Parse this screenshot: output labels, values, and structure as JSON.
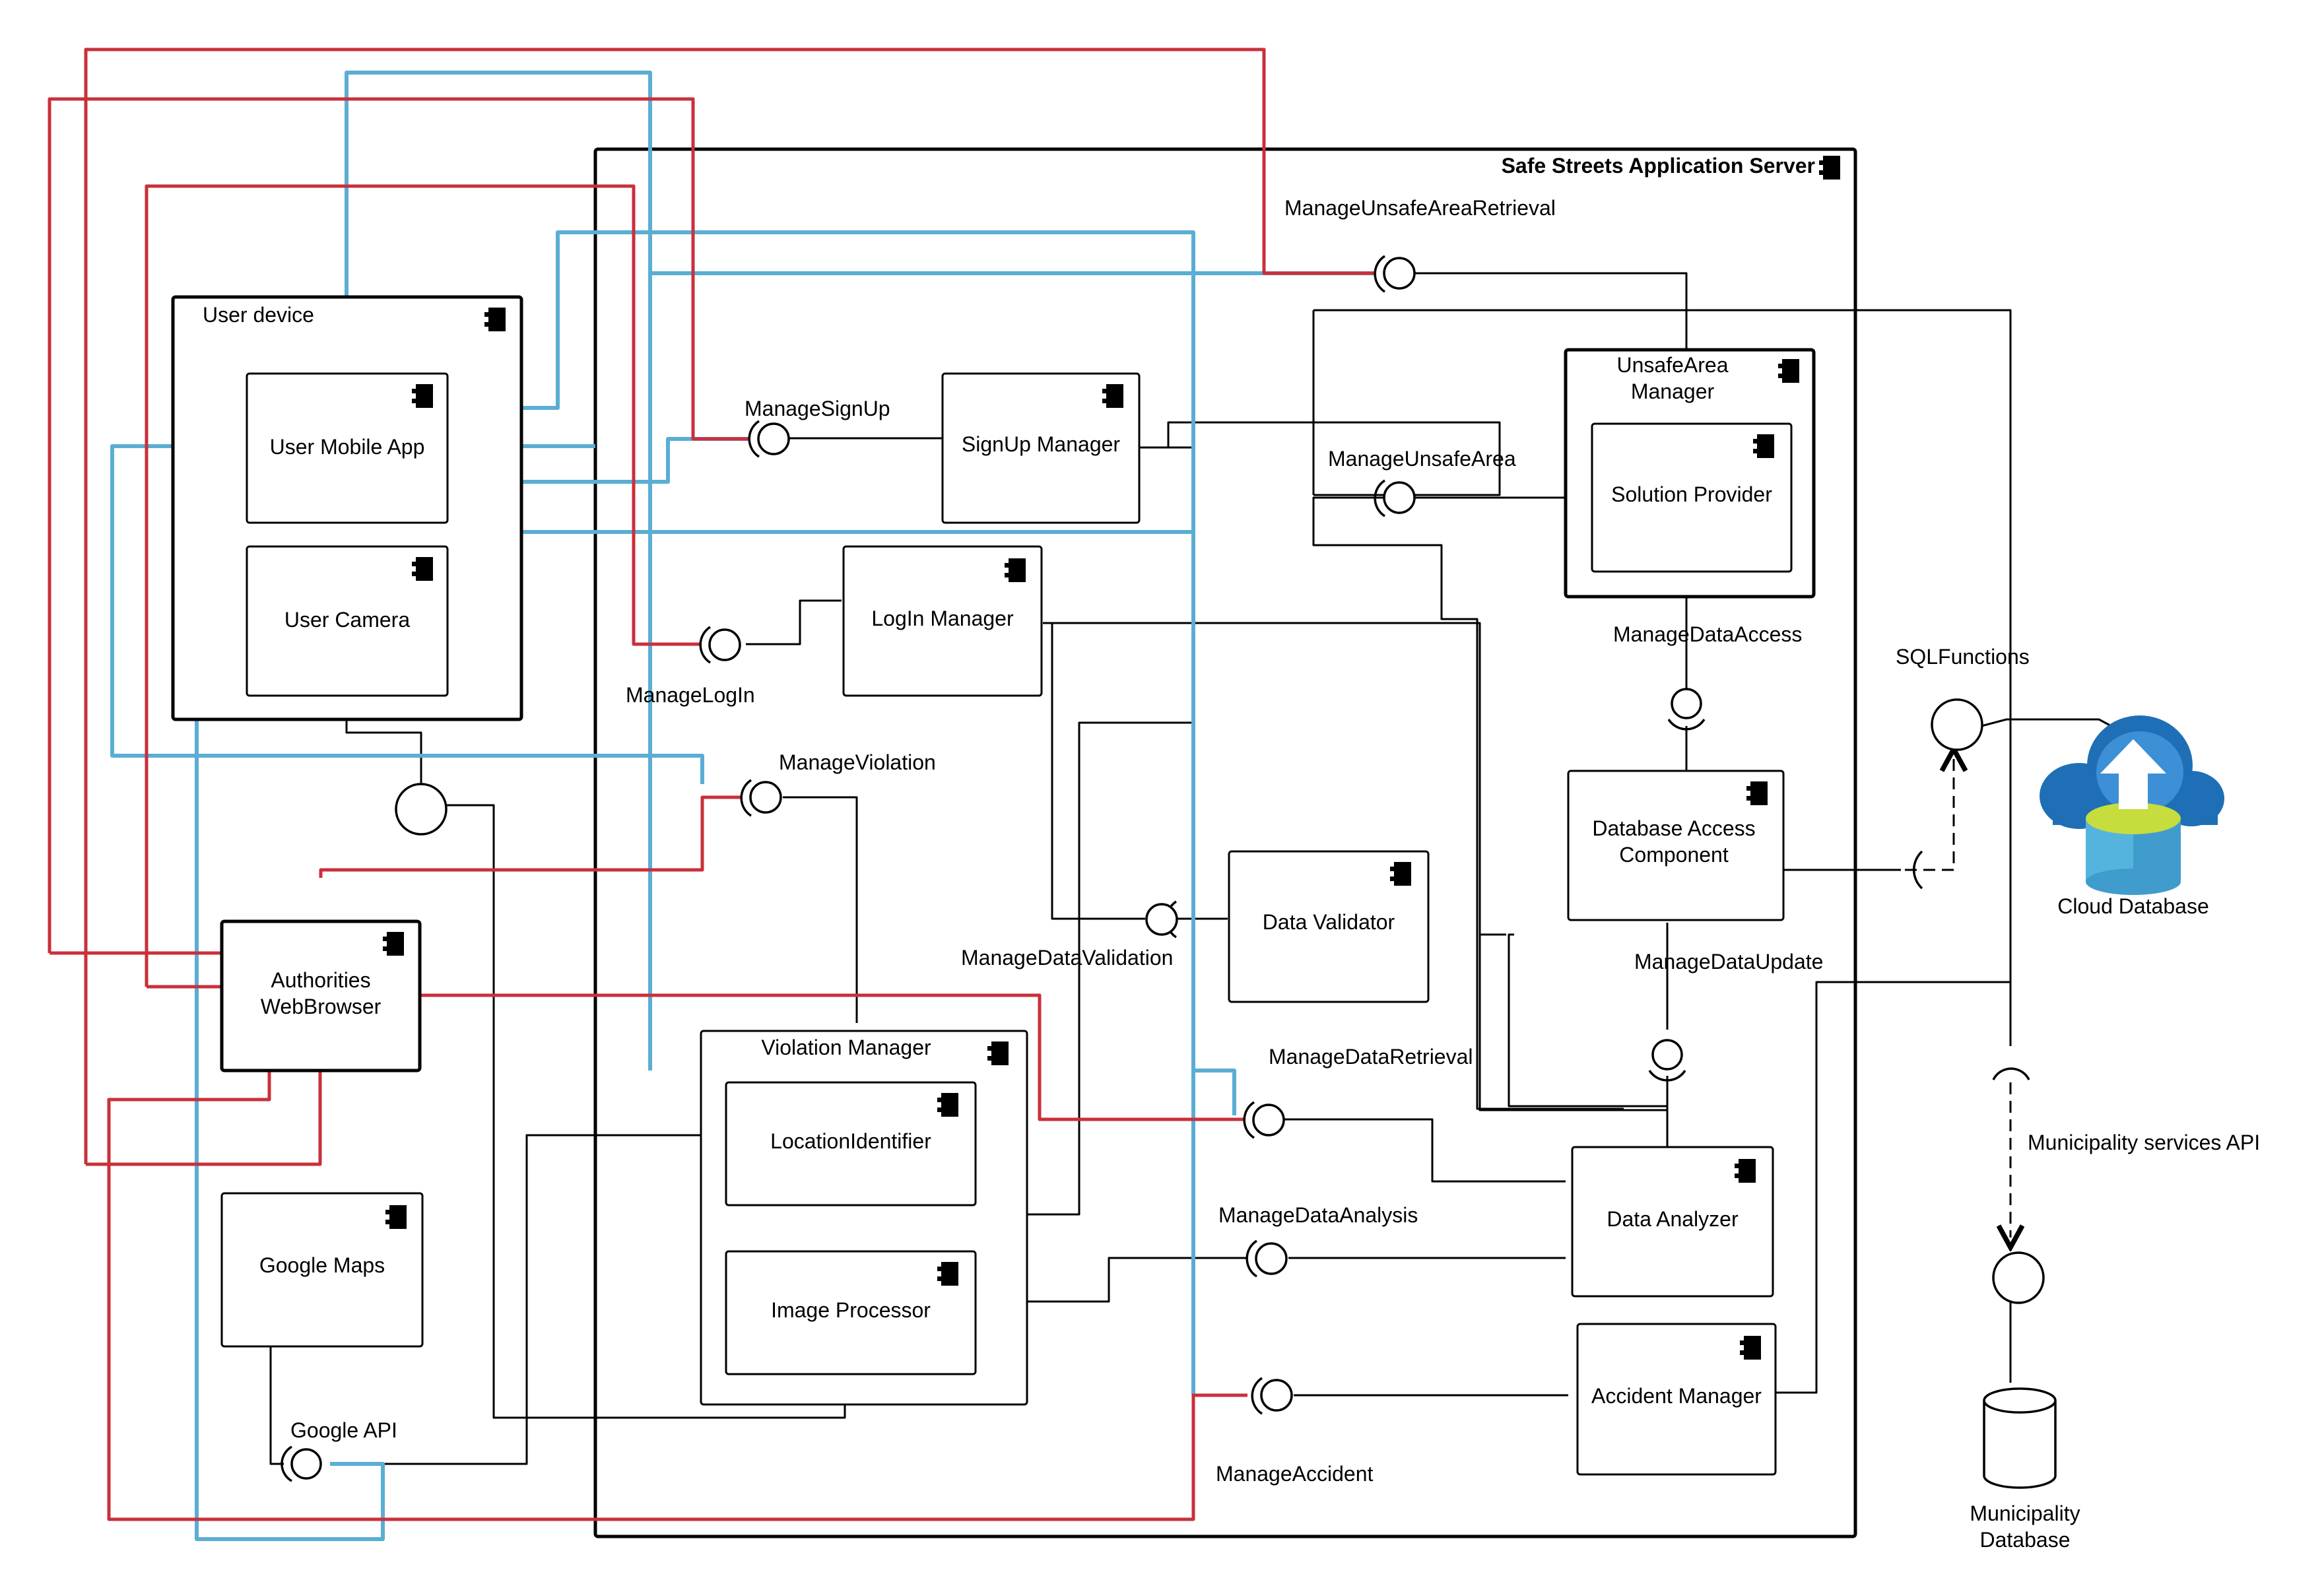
{
  "server": {
    "title": "Safe Streets Application Server"
  },
  "user_device": {
    "title": "User device",
    "mobile_app": "User Mobile App",
    "camera": "User Camera"
  },
  "components": {
    "authorities_line1": "Authorities",
    "authorities_line2": "WebBrowser",
    "google_maps": "Google Maps",
    "signup_manager": "SignUp Manager",
    "login_manager": "LogIn Manager",
    "unsafe_area_manager_line1": "UnsafeArea",
    "unsafe_area_manager_line2": "Manager",
    "solution_provider": "Solution Provider",
    "database_access_line1": "Database Access",
    "database_access_line2": "Component",
    "data_validator": "Data Validator",
    "violation_manager": "Violation Manager",
    "location_identifier": "LocationIdentifier",
    "image_processor": "Image Processor",
    "data_analyzer": "Data Analyzer",
    "accident_manager": "Accident Manager"
  },
  "interfaces": {
    "manage_unsafe_area_retrieval": "ManageUnsafeAreaRetrieval",
    "manage_signup": "ManageSignUp",
    "manage_unsafe_area": "ManageUnsafeArea",
    "manage_login": "ManageLogIn",
    "manage_data_access": "ManageDataAccess",
    "manage_violation": "ManageViolation",
    "manage_data_validation": "ManageDataValidation",
    "manage_data_update": "ManageDataUpdate",
    "manage_data_retrieval": "ManageDataRetrieval",
    "manage_data_analysis": "ManageDataAnalysis",
    "manage_accident": "ManageAccident",
    "google_api": "Google API",
    "sql_functions": "SQLFunctions",
    "municipality_services_api": "Municipality services API"
  },
  "external": {
    "cloud_database": "Cloud Database",
    "municipality_line1": "Municipality",
    "municipality_line2": "Database"
  },
  "colors": {
    "blue_connector": "#5aaed3",
    "red_connector": "#c9303b",
    "cloud_dark": "#1e6fb5",
    "cloud_light": "#3d8fd6",
    "cylinder_top": "#c7dc3d",
    "cylinder_body": "#55b4dd"
  }
}
